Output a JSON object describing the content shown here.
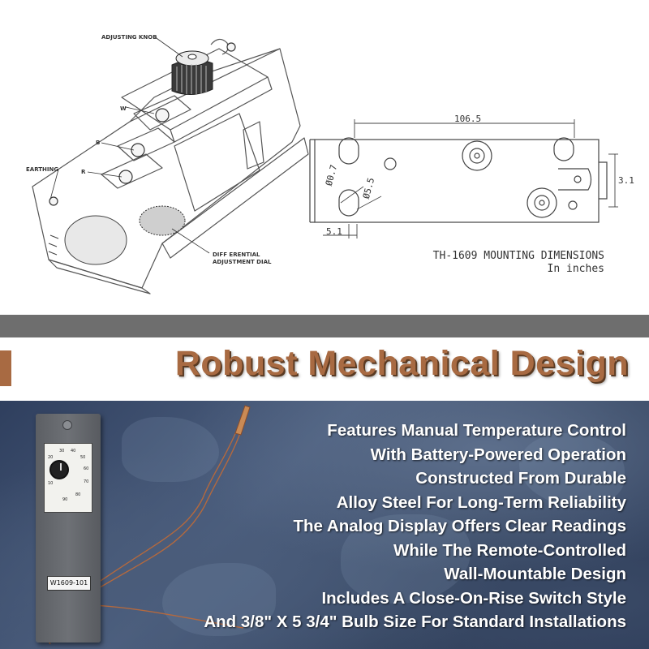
{
  "drawing": {
    "labels": {
      "adjusting_knob": "ADJUSTING KNOB",
      "w": "W",
      "b": "B",
      "r": "R",
      "earthing": "EARTHING",
      "diff_dial_line1": "DIFF ERENTIAL",
      "diff_dial_line2": "ADJUSTMENT DIAL"
    },
    "dimensions": {
      "width": "106.5",
      "height": "3.1",
      "offset": "5.1",
      "hole_small": "Ø0.7",
      "hole_large": "Ø5.5"
    },
    "caption_line1": "TH-1609 MOUNTING DIMENSIONS",
    "caption_line2": "In inches"
  },
  "heading": "Robust Mechanical Design",
  "features": [
    "Features Manual Temperature Control",
    "With Battery-Powered Operation",
    "Constructed From Durable",
    "Alloy Steel For Long-Term Reliability",
    "The Analog Display Offers Clear Readings",
    "While The Remote-Controlled",
    "Wall-Mountable Design",
    "Includes A Close-On-Rise Switch Style",
    "And 3/8\" X 5 3/4\" Bulb Size For Standard Installations"
  ],
  "device": {
    "model_label": "W1609-101",
    "scale": [
      "10",
      "20",
      "30",
      "40",
      "50",
      "60",
      "70",
      "80",
      "90"
    ]
  },
  "colors": {
    "accent": "#a86a42",
    "divider": "#6e6e6e",
    "feature_text": "#ffffff"
  }
}
